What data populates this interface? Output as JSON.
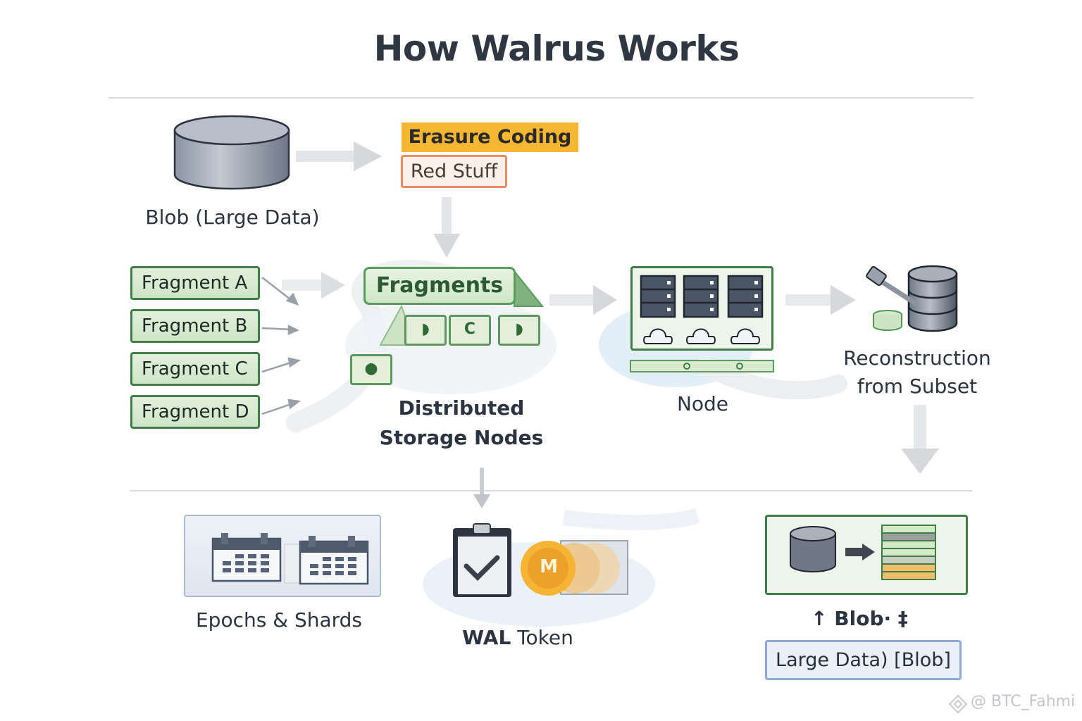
{
  "title": "How Walrus Works",
  "steps": {
    "blob": {
      "icon": "database-icon",
      "label": "Blob (Large Data)"
    },
    "encoding": {
      "heading": "Erasure Coding",
      "method": "Red Stuff"
    },
    "fragment_list": [
      "Fragment A",
      "Fragment B",
      "Fragment C",
      "Fragment D"
    ],
    "fragments": {
      "label": "Fragments",
      "shard_glyphs": [
        "◗",
        "C",
        "◗",
        "●"
      ]
    },
    "distributed": {
      "label_line1": "Distributed",
      "label_line2": "Storage Nodes"
    },
    "node": {
      "icon": "server-rack-icon",
      "label": "Node"
    },
    "reconstruction": {
      "icon": "hammer-database-icon",
      "label_line1": "Reconstruction",
      "label_line2": "from Subset"
    }
  },
  "bottom": {
    "epochs": {
      "icon": "calendar-icon",
      "label": "Epochs & Shards"
    },
    "token": {
      "icon": "clipboard-check-icon",
      "coin_symbol": "M",
      "label_bold": "WAL",
      "label_rest": " Token"
    },
    "result": {
      "icon": "database-to-stack-icon",
      "caption": "↑ Blob· ‡",
      "box_label": "Large Data)  [Blob]"
    }
  },
  "watermark": {
    "icon": "binance-logo-icon",
    "text": "@ BTC_Fahmi"
  },
  "colors": {
    "accent_yellow": "#f5b731",
    "accent_orange": "#ec8a62",
    "green_border": "#3f7e46",
    "green_fill": "#d8ead0",
    "slate": "#4a5566",
    "blue_border": "#8eaad8"
  }
}
